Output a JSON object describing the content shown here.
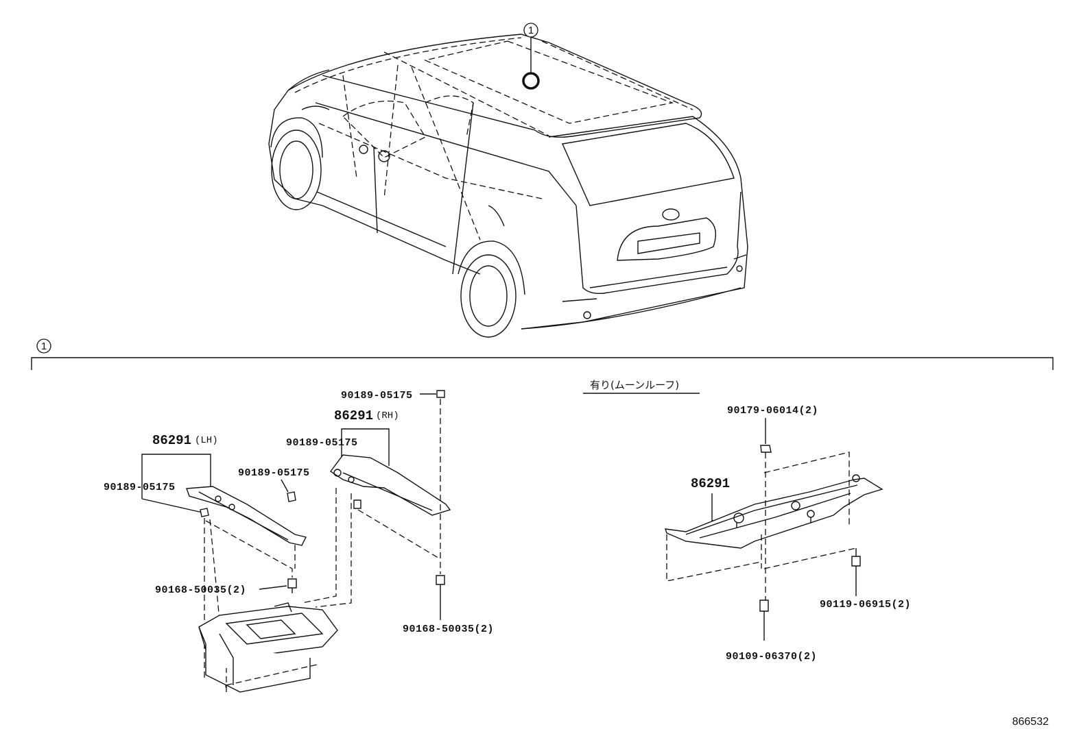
{
  "callout": {
    "index_top": "1",
    "index_section": "1"
  },
  "moonroof_label": "有り(ムーンルーフ)",
  "labels": {
    "lh_part": "86291",
    "lh_side": "(LH)",
    "rh_part": "86291",
    "rh_side": "(RH)",
    "mr_part": "86291",
    "lh_clip_left": "90189-05175",
    "lh_clip_right": "90189-05175",
    "lh_bolt": "90168-50035(2)",
    "rh_clip_top": "90189-05175",
    "rh_clip_left": "90189-05175",
    "rh_bolt": "90168-50035(2)",
    "mr_nut": "90179-06014(2)",
    "mr_bolt_right": "90119-06915(2)",
    "mr_bolt_bottom": "90109-06370(2)"
  },
  "diagram_id": "866532"
}
